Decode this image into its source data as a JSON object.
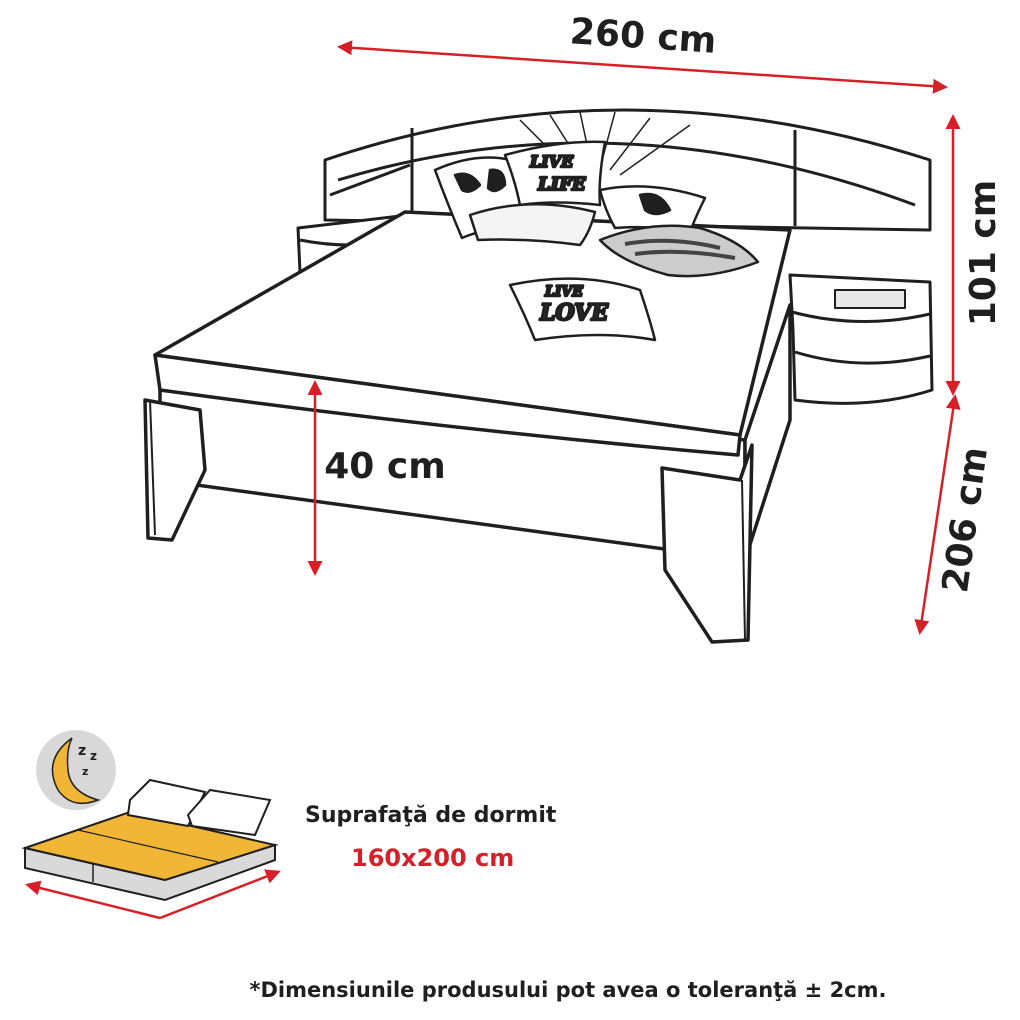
{
  "dimensions": {
    "width": "260 cm",
    "height": "101 cm",
    "length": "206 cm",
    "frame_height": "40 cm"
  },
  "sleeping_surface": {
    "label": "Suprafaţă de dormit",
    "size": "160x200 cm"
  },
  "pillows": {
    "p1": "LIVE",
    "p2": "LIFE",
    "p3": "LOVE"
  },
  "note": "*Dimensiunile produsului pot avea o toleranţă ± 2cm.",
  "colors": {
    "arrow": "#d61f26",
    "outline": "#1f1f1f",
    "mattress_top": "#f2b637",
    "mattress_side": "#d9d9d9"
  }
}
